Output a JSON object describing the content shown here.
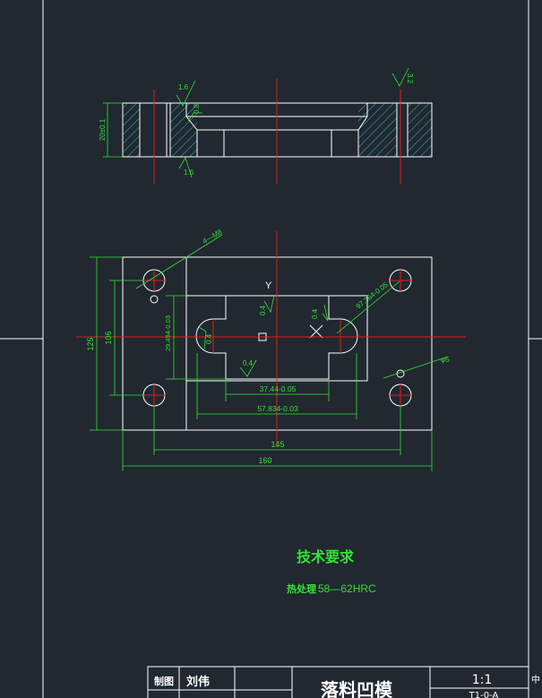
{
  "colors": {
    "background": "#212830",
    "outline": "#ffffff",
    "dimension": "#33e133",
    "centerline": "#e01e1e",
    "hatch": "#2fb8c4"
  },
  "section_view": {
    "thickness_label": "20±0.1",
    "roughness_top_left": "1.6",
    "roughness_inner": "0.8",
    "roughness_bottom": "1.6",
    "roughness_right": "3.2"
  },
  "plan_view": {
    "hole_note": "4—M8",
    "hole_spacing_label": "97.364-0.05",
    "pin_note": "φ5",
    "height_outer_label": "125",
    "height_holes_label": "106",
    "slot_height_label": "29.494-0.03",
    "axis_y_label": "Y",
    "axis_x_label": "X",
    "roughness_a": "0.4",
    "roughness_b": "0.4",
    "roughness_c": "0.4",
    "roughness_d": "0.4",
    "slot_width_label": "37.44-0.05",
    "die_width_label": "57.834-0.03",
    "hole_span_label": "145",
    "overall_width_label": "160"
  },
  "technical_requirements": {
    "title": "技术要求",
    "heat_treatment_label": "热处理",
    "hardness": "58—62HRC"
  },
  "title_block": {
    "drawn_by_label": "制图",
    "drawn_by_name": "刘伟",
    "part_name": "落料凹模",
    "scale": "1:1",
    "drawing_number": "T1-0-A",
    "corner_mark": "中"
  }
}
